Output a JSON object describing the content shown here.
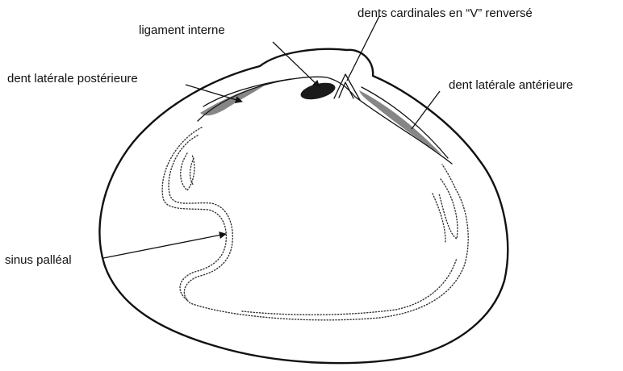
{
  "labels": {
    "dents_cardinales": "dents cardinales en “V” renversé",
    "ligament_interne": "ligament interne",
    "dent_laterale_posterieure": "dent latérale postérieure",
    "dent_laterale_anterieure": "dent latérale antérieure",
    "sinus_palleal": "sinus palléal"
  }
}
